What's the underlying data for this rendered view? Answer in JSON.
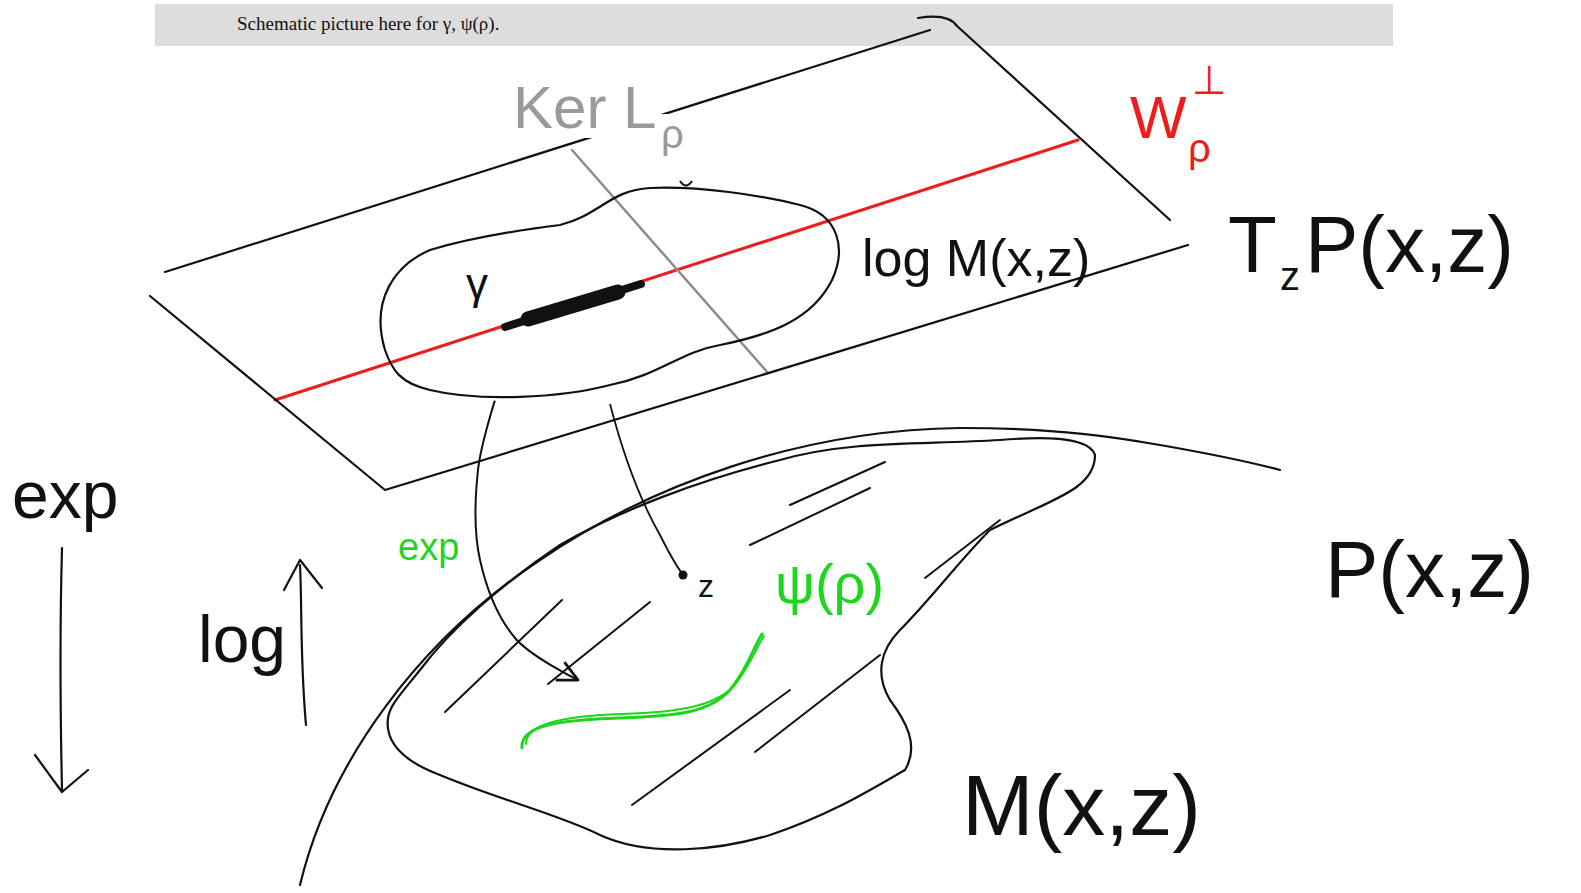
{
  "diagram": {
    "title": "Schematic picture here for γ, ψ(ρ).",
    "nodes": [
      {
        "text": [
          "T",
          "z",
          "P(x,z)"
        ]
      },
      {
        "text": [
          "log M(x,z)"
        ],
        "in": 0
      },
      {
        "text": [
          "P(x,z)"
        ]
      },
      {
        "text": [
          "M(x,z)"
        ],
        "in": 2
      }
    ],
    "edges": [
      {
        "from": 1,
        "to": 3,
        "label": "exp",
        "arrow": "to"
      }
    ],
    "labels": [
      "Ker L",
      "ρ",
      "W",
      "ρ",
      "⊥",
      "γ",
      "exp",
      "log",
      "z",
      "ψ(ρ)"
    ]
  }
}
